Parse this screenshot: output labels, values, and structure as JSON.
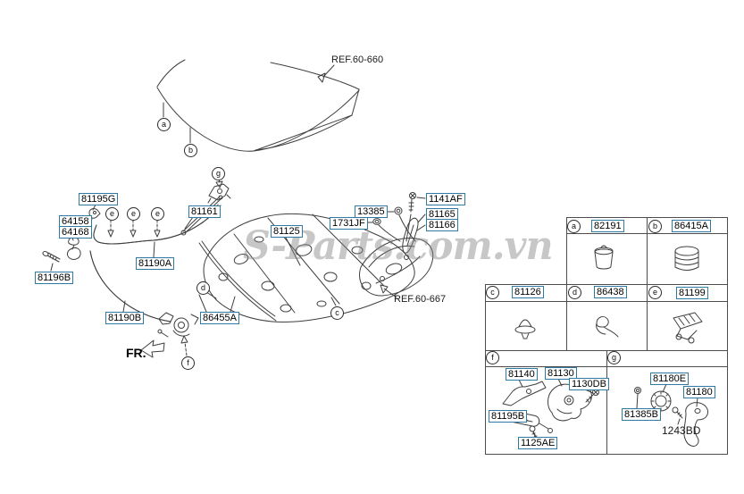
{
  "watermark": "S-Parts.com.vn",
  "orientation": {
    "fr_label": "FR."
  },
  "colors": {
    "label_border": "#2f7aa3",
    "line_art": "#3f3f3f",
    "watermark_gray": "#828282",
    "background": "#ffffff"
  },
  "diagram": {
    "refs": {
      "hood": "REF.60-660",
      "under_cover": "REF.60-667"
    },
    "part_labels": {
      "p81195G": "81195G",
      "p64158": "64158",
      "p64168": "64168",
      "p81196B": "81196B",
      "p81161": "81161",
      "p81190A": "81190A",
      "p81190B": "81190B",
      "p86455A": "86455A",
      "p81125": "81125",
      "p13385": "13385",
      "p1731JF": "1731JF",
      "p1141AF": "1141AF",
      "p81165": "81165",
      "p81166": "81166"
    },
    "callouts": {
      "a": "a",
      "b": "b",
      "c": "c",
      "d": "d",
      "e": "e",
      "f": "f",
      "g": "g"
    }
  },
  "table": {
    "cells": [
      {
        "letter": "a",
        "part": "82191",
        "icon": "rubber-bumper"
      },
      {
        "letter": "b",
        "part": "86415A",
        "icon": "hole-plug"
      },
      {
        "letter": "c",
        "part": "81126",
        "icon": "trim-clip"
      },
      {
        "letter": "d",
        "part": "86438",
        "icon": "cable-clip"
      },
      {
        "letter": "e",
        "part": "81199",
        "icon": "hood-switch"
      },
      {
        "letter": "f",
        "parts": [
          "81140",
          "81130",
          "1130DB",
          "81195B",
          "1125AE"
        ]
      },
      {
        "letter": "g",
        "parts": [
          "81180E",
          "81180",
          "81385B",
          "1243BD"
        ]
      }
    ]
  }
}
